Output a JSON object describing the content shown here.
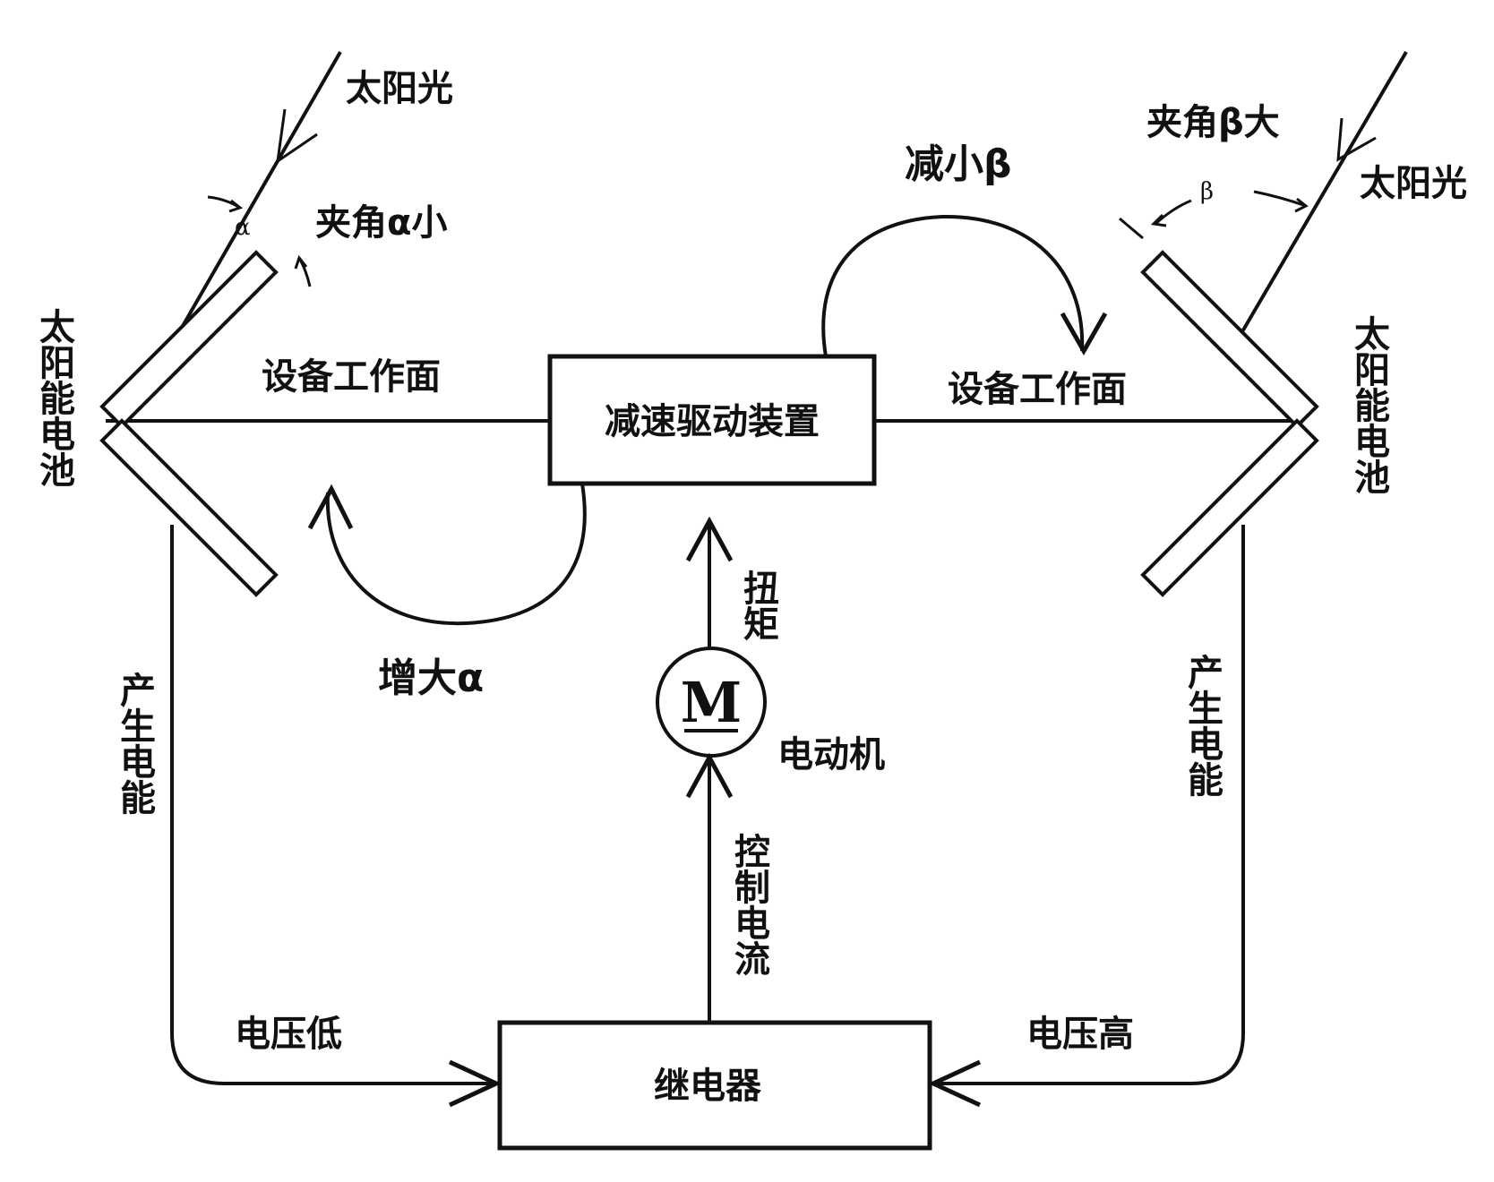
{
  "labels": {
    "sunlight_left": "太阳光",
    "sunlight_right": "太阳光",
    "angle_alpha_small": "夹角α小",
    "angle_beta_large": "夹角β大",
    "alpha_symbol": "α",
    "beta_symbol": "β",
    "decrease_beta": "减小β",
    "increase_alpha": "增大α",
    "work_surface_left": "设备工作面",
    "work_surface_right": "设备工作面",
    "solar_cell_left": "太阳能电池",
    "solar_cell_right": "太阳能电池",
    "generate_power_left": "产生电能",
    "generate_power_right": "产生电能",
    "torque": "扭矩",
    "motor": "电动机",
    "motor_symbol": "M",
    "control_current": "控制电流",
    "voltage_low": "电压低",
    "voltage_high": "电压高"
  },
  "boxes": {
    "reducer": "减速驱动装置",
    "relay": "继电器"
  }
}
